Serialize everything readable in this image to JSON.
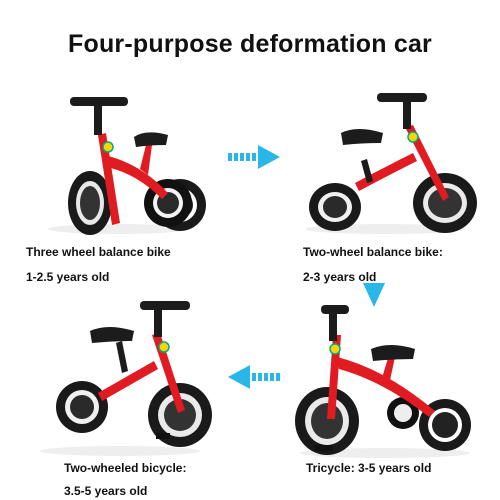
{
  "title": "Four-purpose deformation car",
  "modes": [
    {
      "name": "Three wheel balance bike",
      "age": "1-2.5 years old"
    },
    {
      "name": "Two-wheel balance bike:",
      "age": "2-3 years old"
    },
    {
      "name": "Two-wheeled bicycle:",
      "age": "3.5-5 years old"
    },
    {
      "name": "Tricycle: 3-5 years old",
      "age": ""
    }
  ],
  "colors": {
    "frame": "#e11b22",
    "tire": "#1a1a1a",
    "arrow": "#29b6e8"
  },
  "icons": [
    "arrow-right-icon",
    "arrow-down-icon",
    "arrow-left-icon"
  ]
}
